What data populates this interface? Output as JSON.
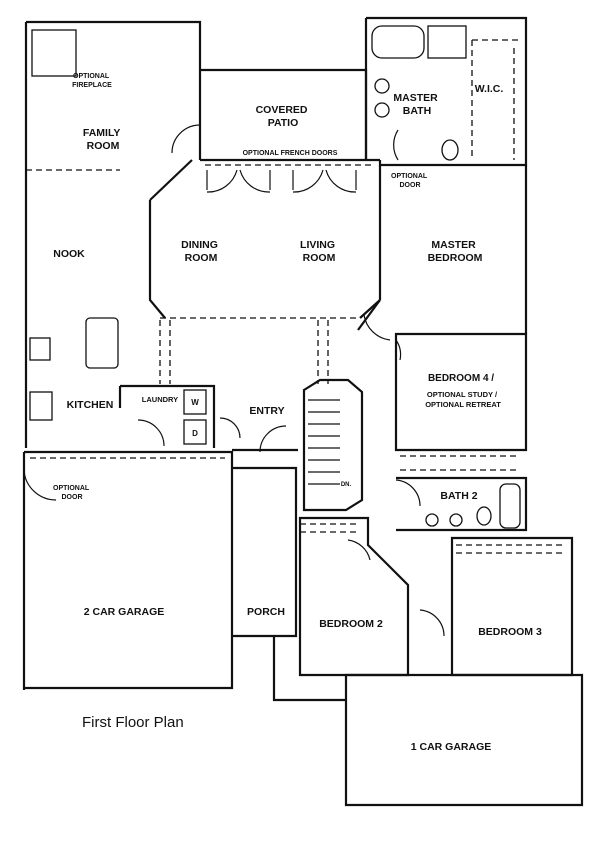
{
  "caption": "First Floor Plan",
  "rooms": {
    "family_room": [
      "FAMILY",
      "ROOM"
    ],
    "covered_patio": [
      "COVERED",
      "PATIO"
    ],
    "master_bath": [
      "MASTER",
      "BATH"
    ],
    "wic": "W.I.C.",
    "nook": "NOOK",
    "dining_room": [
      "DINING",
      "ROOM"
    ],
    "living_room": [
      "LIVING",
      "ROOM"
    ],
    "master_bedroom": [
      "MASTER",
      "BEDROOM"
    ],
    "kitchen": "KITCHEN",
    "laundry": "LAUNDRY",
    "entry": "ENTRY",
    "bedroom4": [
      "BEDROOM 4 /",
      "OPTIONAL STUDY / ",
      "OPTIONAL RETREAT"
    ],
    "bath2": "BATH 2",
    "garage2": "2 CAR GARAGE",
    "porch": "PORCH",
    "bedroom2": "BEDROOM 2",
    "bedroom3": "BEDROOM 3",
    "garage1": "1 CAR GARAGE"
  },
  "notes": {
    "optional_fireplace": [
      "OPTIONAL",
      "FIREPLACE"
    ],
    "optional_french_doors": "OPTIONAL FRENCH DOORS",
    "optional_door_master": [
      "OPTIONAL",
      "DOOR"
    ],
    "optional_door_garage": [
      "OPTIONAL",
      "DOOR"
    ],
    "washer": "W",
    "dryer": "D",
    "dn": "DN."
  }
}
